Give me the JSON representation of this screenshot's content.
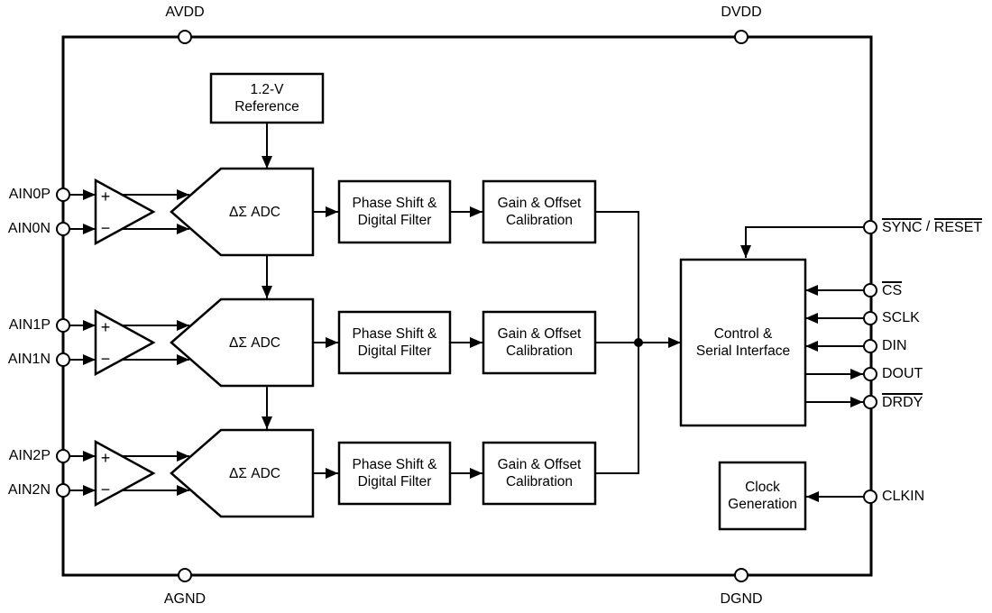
{
  "power_pins": {
    "avdd": "AVDD",
    "dvdd": "DVDD",
    "agnd": "AGND",
    "dgnd": "DGND"
  },
  "analog_input_pins": [
    "AIN0P",
    "AIN0N",
    "AIN1P",
    "AIN1N",
    "AIN2P",
    "AIN2N"
  ],
  "digital_pins": {
    "sync_reset": {
      "sync": "SYNC",
      "separator": " / ",
      "reset": "RESET"
    },
    "cs": "CS",
    "sclk": "SCLK",
    "din": "DIN",
    "dout": "DOUT",
    "drdy": "DRDY",
    "clkin": "CLKIN"
  },
  "blocks": {
    "reference": {
      "line1": "1.2-V",
      "line2": "Reference"
    },
    "adc_label": "ΔΣ ADC",
    "phase_filter": {
      "line1": "Phase Shift &",
      "line2": "Digital Filter"
    },
    "gain_offset": {
      "line1": "Gain & Offset",
      "line2": "Calibration"
    },
    "control": {
      "line1": "Control &",
      "line2": "Serial Interface"
    },
    "clock": {
      "line1": "Clock",
      "line2": "Generation"
    }
  },
  "amplifier": {
    "plus": "+",
    "minus": "−"
  },
  "colors": {
    "line": "#000000",
    "background": "#ffffff"
  }
}
